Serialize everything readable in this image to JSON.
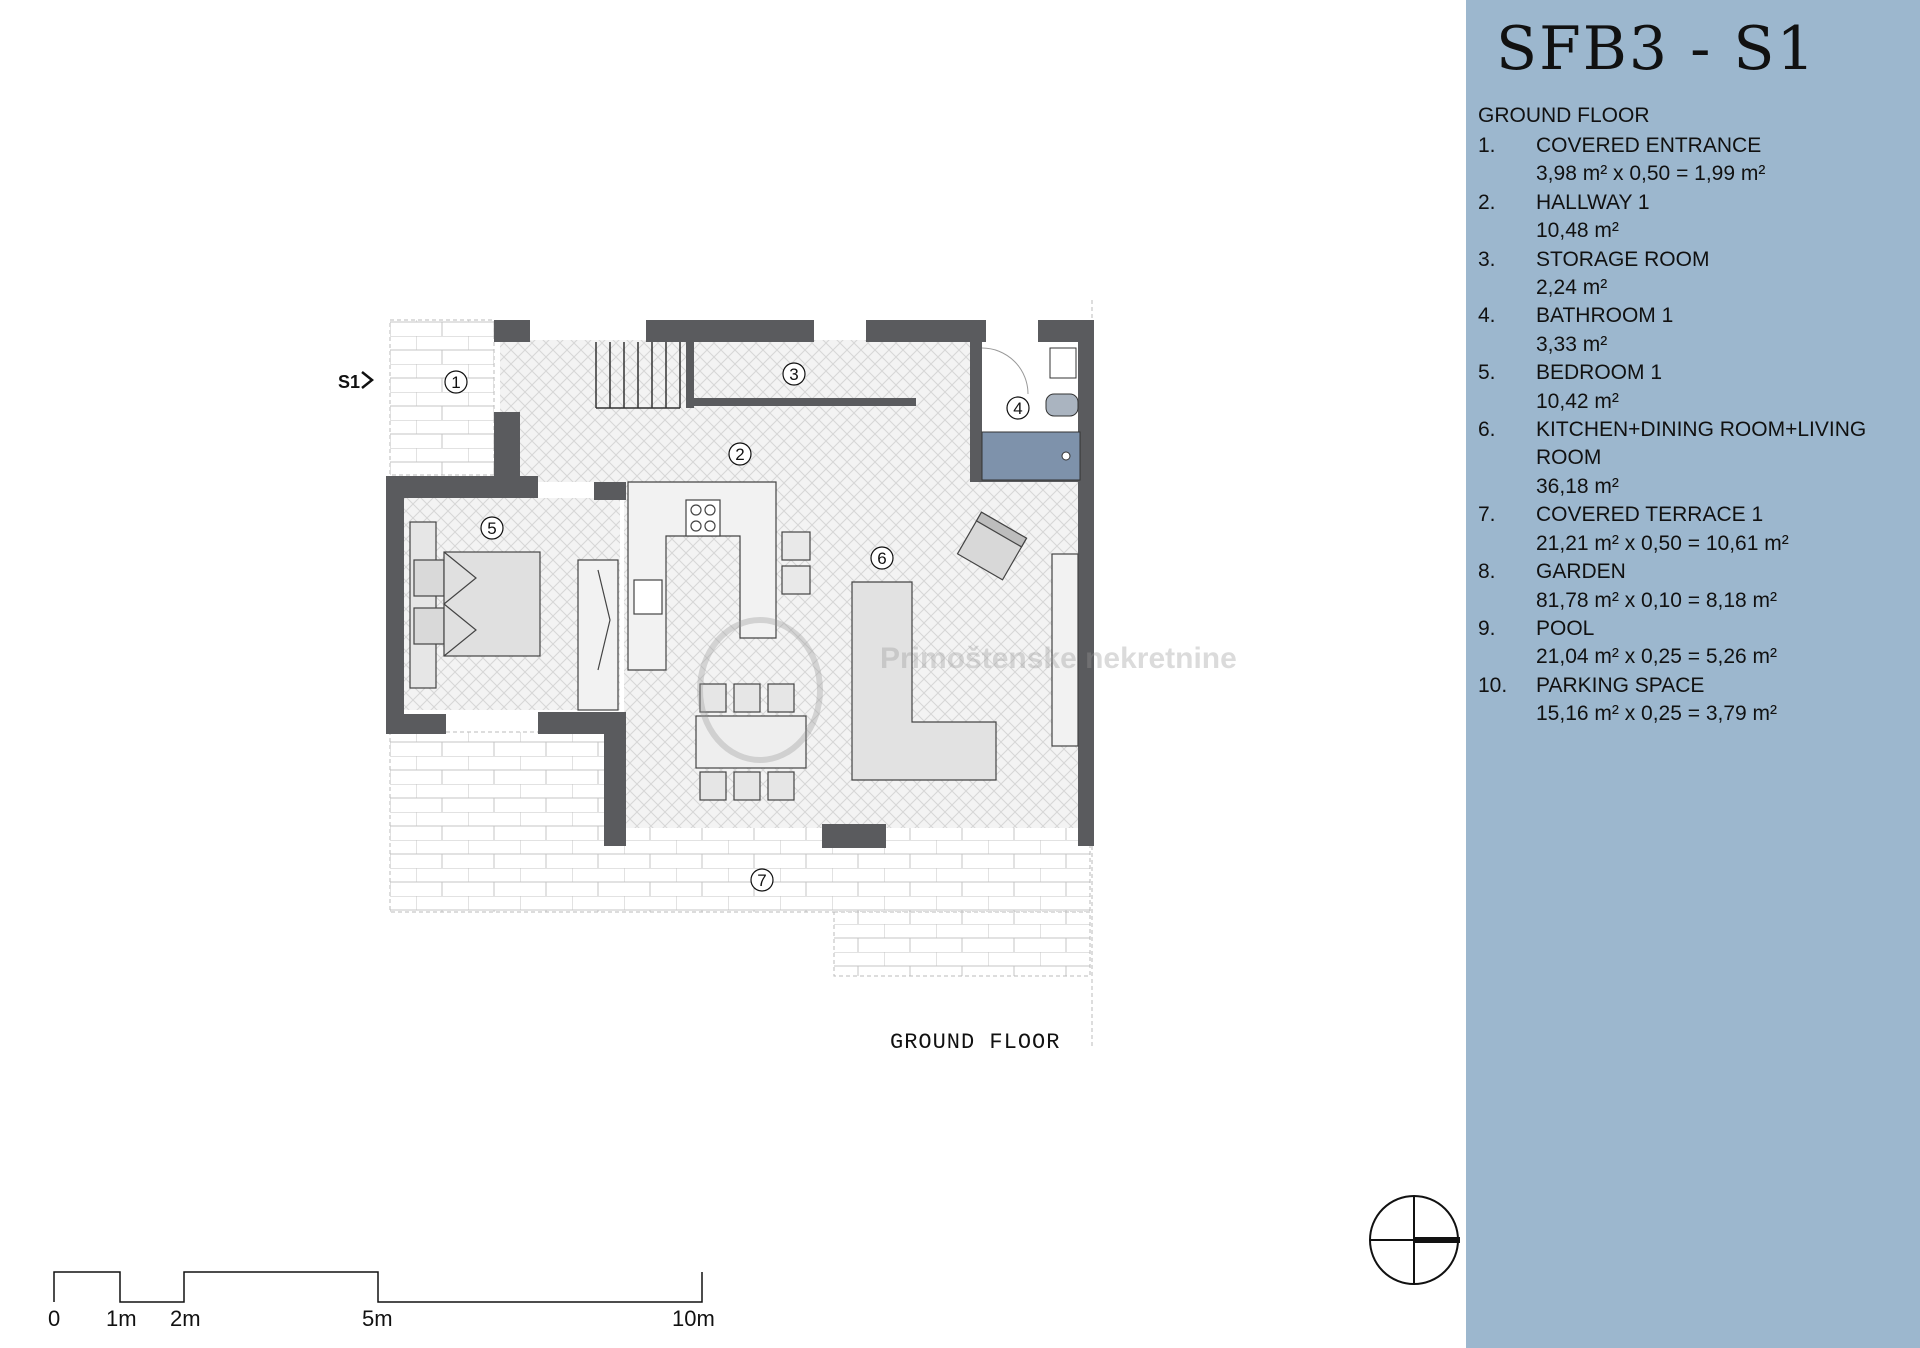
{
  "plan": {
    "floor_label": "GROUND FLOOR",
    "section_marker": "S1",
    "room_markers": [
      "1",
      "2",
      "3",
      "4",
      "5",
      "6",
      "7"
    ],
    "watermark": "Primoštenske nekretnine"
  },
  "panel": {
    "title": "SFB3 - S1",
    "floor_heading": "GROUND FLOOR",
    "rooms": [
      {
        "num": "1.",
        "name": "COVERED ENTRANCE",
        "area": "3,98 m² x 0,50 = 1,99 m²"
      },
      {
        "num": "2.",
        "name": "HALLWAY 1",
        "area": "10,48 m²"
      },
      {
        "num": "3.",
        "name": "STORAGE ROOM",
        "area": "2,24 m²"
      },
      {
        "num": "4.",
        "name": "BATHROOM 1",
        "area": "3,33 m²"
      },
      {
        "num": "5.",
        "name": "BEDROOM 1",
        "area": "10,42 m²"
      },
      {
        "num": "6.",
        "name": "KITCHEN+DINING ROOM+LIVING ROOM",
        "area": "36,18 m²"
      },
      {
        "num": "7.",
        "name": "COVERED TERRACE 1",
        "area": "21,21 m² x 0,50 = 10,61 m²"
      },
      {
        "num": "8.",
        "name": "GARDEN",
        "area": "81,78 m² x 0,10 = 8,18 m²"
      },
      {
        "num": "9.",
        "name": "POOL",
        "area": "21,04 m² x 0,25 = 5,26 m²"
      },
      {
        "num": "10.",
        "name": "PARKING SPACE",
        "area": "15,16 m² x 0,25 = 3,79 m²"
      }
    ]
  },
  "scale_bar": {
    "labels": [
      "0",
      "1m",
      "2m",
      "5m",
      "10m"
    ]
  },
  "colors": {
    "panel": "#9cb7ce",
    "wall": "#5a5b5e",
    "shower": "#7e92ab",
    "line": "#222222"
  }
}
